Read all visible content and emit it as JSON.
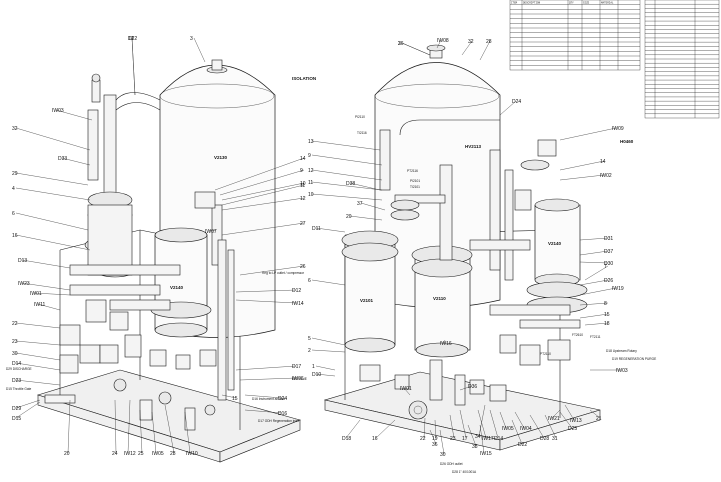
{
  "left_assembly": {
    "isolation_label": "ISOLATION",
    "vessel_tags": [
      "V2130",
      "V2140"
    ],
    "callouts": [
      "13",
      "3",
      "32",
      "29",
      "4",
      "6",
      "16",
      "9",
      "10",
      "12",
      "27",
      "14",
      "11",
      "26",
      "D12",
      "IW14",
      "IW07",
      "IW03",
      "D33",
      "D13",
      "IW23",
      "IW01",
      "IW11",
      "22",
      "23",
      "30",
      "D14",
      "D23",
      "D29",
      "D15",
      "20",
      "24",
      "IW12",
      "25",
      "IW05",
      "28",
      "IW10",
      "15",
      "D24",
      "D16",
      "D17",
      "IW06",
      "D22"
    ],
    "notes": [
      "D16 Instrument air inlet",
      "D17 ODH Regeneration inlet",
      "D15 Throttle Gate",
      "Reg to LP outlet / compressor",
      "D29 DISCHARGE",
      "D23 FLUE"
    ]
  },
  "right_assembly": {
    "vessel_tags": [
      "V2101",
      "V2110",
      "V2140",
      "HV2113"
    ],
    "instrument_tags": [
      "PI2110",
      "TI2116",
      "FT2111",
      "PT2110",
      "PT2116",
      "H0460",
      "FT2610",
      "PI2101",
      "TI2101"
    ],
    "callouts": [
      "3",
      "IW08",
      "32",
      "28",
      "13",
      "12",
      "11",
      "10",
      "9",
      "D38",
      "37",
      "20",
      "6",
      "5",
      "2",
      "1",
      "D10",
      "D11",
      "D24",
      "IW09",
      "14",
      "IW02",
      "IW19",
      "IW01",
      "IW16",
      "D36",
      "D31",
      "D37",
      "D30",
      "7",
      "15",
      "18",
      "16",
      "D18",
      "19",
      "22",
      "23",
      "17",
      "IW17",
      "34",
      "36",
      "30",
      "38",
      "IW15",
      "D14",
      "D22",
      "IW05",
      "IW04",
      "D28",
      "31",
      "D25",
      "IW21",
      "IW13",
      "21",
      "IW03",
      "8",
      "D26",
      "26"
    ],
    "notes": [
      "D18 Upstream Rotary",
      "D19 REGENERATION PURGE",
      "D26 ODH outlet",
      "D28 1\" 40/1001A"
    ]
  },
  "parts_list": {
    "rows": 15,
    "columns": [
      "ITEM",
      "DESCRIPTION",
      "QTY",
      "SIZE",
      "MATERIAL"
    ]
  },
  "revision_table": {
    "rows": 28
  }
}
